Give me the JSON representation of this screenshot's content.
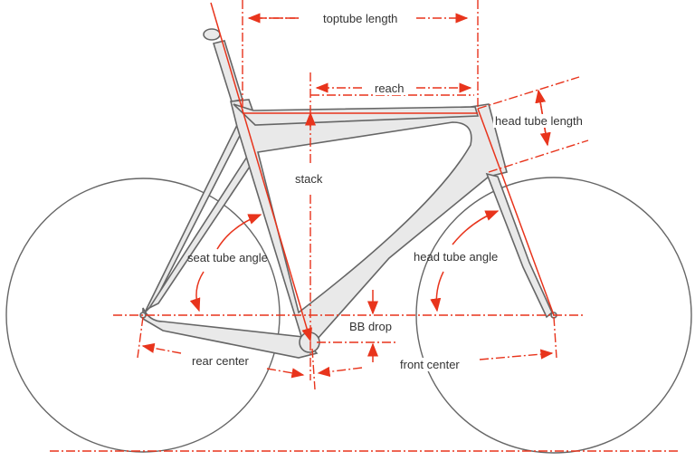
{
  "labels": {
    "toptube_length": "toptube length",
    "reach": "reach",
    "head_tube_length": "head tube length",
    "stack": "stack",
    "seat_tube_angle": "seat tube angle",
    "head_tube_angle": "head tube angle",
    "bb_drop": "BB drop",
    "rear_center": "rear center",
    "front_center": "front center"
  },
  "colors": {
    "accent": "#e8341c",
    "frame": "#e9e9e9",
    "outline": "#666666"
  }
}
